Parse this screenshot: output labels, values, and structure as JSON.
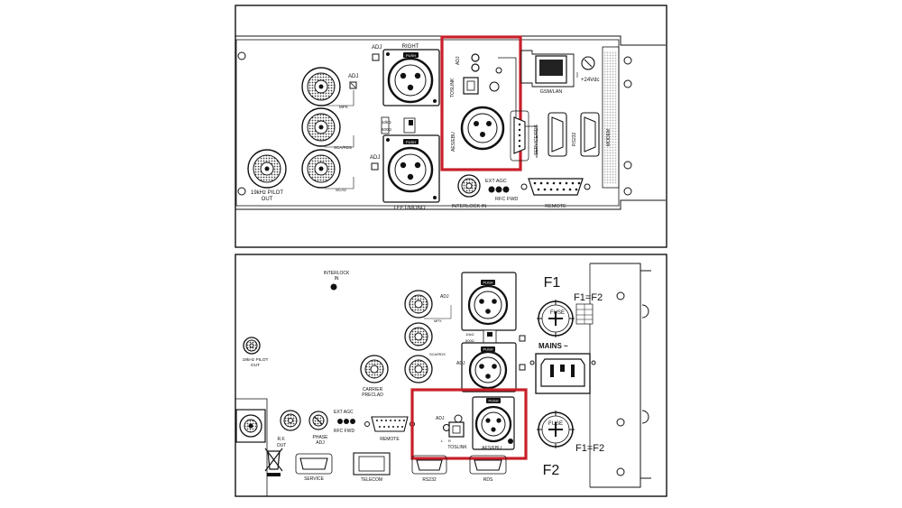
{
  "top_panel": {
    "right_label": "RIGHT",
    "adj_upper": "ADJ",
    "adj_lower": "ADJ",
    "push_upper": "PUSH",
    "push_lower": "PUSH",
    "mpx_label": "MPX",
    "sca_rds_label": "SCA/RDS",
    "sca2_label": "SCA2",
    "vid_pilot_label_1": "19kHz PILOT",
    "vid_pilot_label_2": "OUT",
    "left_mono_label": "LEFT/MONO",
    "imp_10k": "10kΩ",
    "imp_600": "600Ω",
    "adj_digital": "ADJ",
    "toslink_label": "TOSLINK",
    "aes_label": "AES/EBU",
    "gsm_label": "GSM/LAN",
    "power_label": "+24Vdc",
    "service_rds_label": "SERVICE/RDS",
    "rs232_label": "RS232",
    "modem_label": "MODEM",
    "ext_agc_label": "EXT AGC",
    "rfc_fwd_label": "RFC FWD",
    "interlock_label": "INTERLOCK IN",
    "remote_label": "REMOTE"
  },
  "bottom_panel": {
    "interlock_label_1": "INTERLOCK",
    "interlock_label_2": "IN",
    "adj_mpx": "ADJ",
    "mpx_label": "MPX",
    "sca_rds_label": "SCA/RDS",
    "adj_sca": "ADJ",
    "push_upper": "PUSH",
    "push_mid": "PUSH",
    "push_aes": "PUSH",
    "imp_10k": "10kΩ",
    "imp_600": "600Ω",
    "pilot_label_1": "19kHz PILOT",
    "pilot_label_2": "OUT",
    "carrier_label_1": "CARRIER",
    "carrier_label_2": "PRECLAD",
    "rf_out_label_1": "R.F.",
    "rf_out_label_2": "OUT",
    "phase_label_1": "PHASE",
    "phase_label_2": "ADJ",
    "ext_agc_label": "EXT AGC",
    "rfc_fwd_label": "RFC FWD",
    "remote_label": "REMOTE",
    "adj_digital": "ADJ",
    "toslink_label": "TOSLINK",
    "aes_label": "AES/EBU",
    "service_label": "SERVICE",
    "telecom_label": "TELECOM",
    "rs232_label": "RS232",
    "rds_label": "RDS",
    "f1_label": "F1",
    "f1_eq_f2_upper": "F1=F2",
    "f1_eq_f2_lower": "F1=F2",
    "f2_label": "F2",
    "fuse_upper": "FUSE",
    "fuse_lower": "FUSE",
    "mains_label": "MAINS ~"
  },
  "colors": {
    "highlight": "#c8202a",
    "line": "#111111",
    "panel_fill": "#ffffff",
    "hatch": "#555555"
  }
}
